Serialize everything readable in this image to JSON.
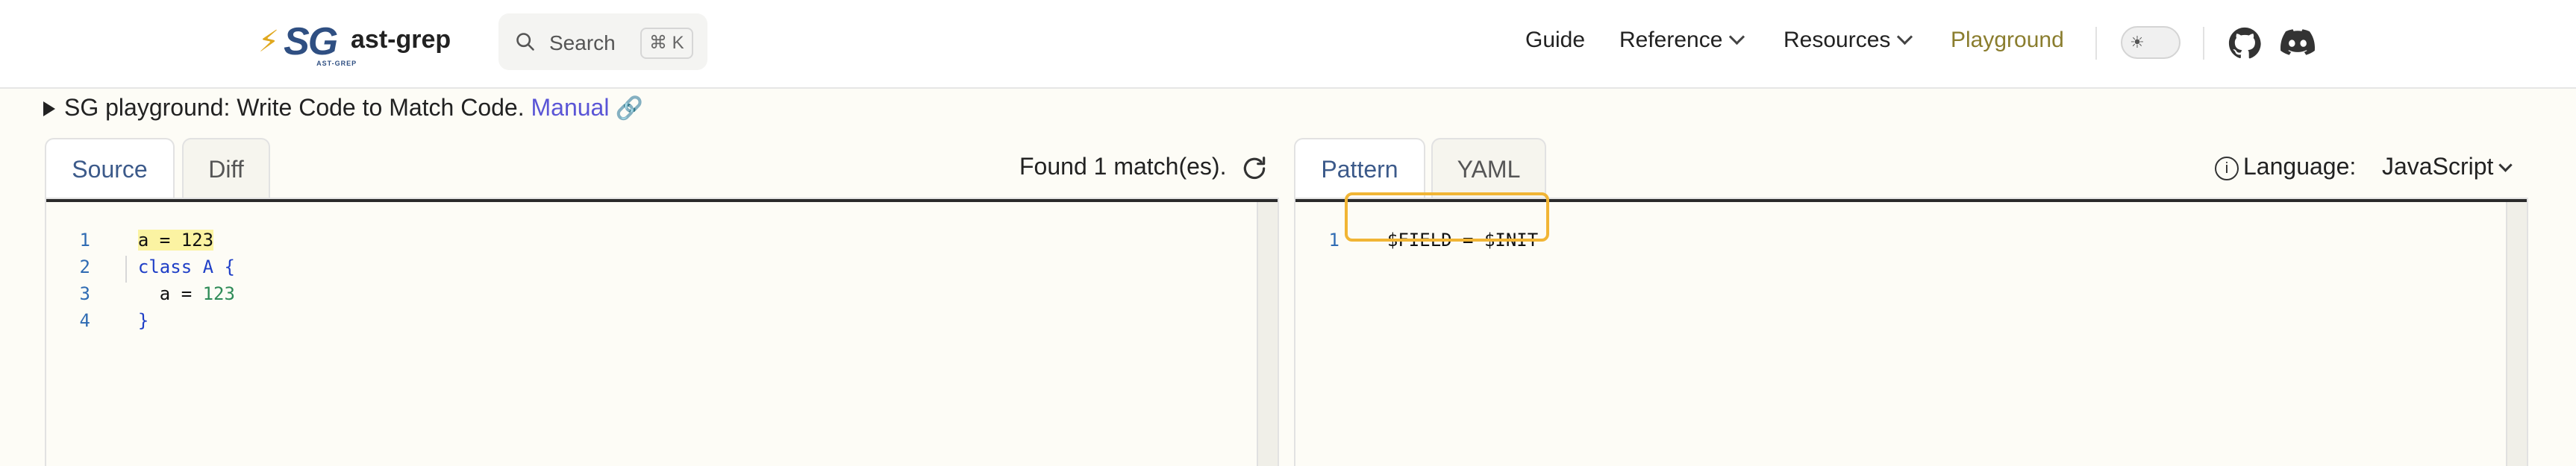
{
  "nav": {
    "logo_text": "SG",
    "logo_subtext": "AST-GREP",
    "site_title": "ast-grep",
    "search": {
      "label": "Search",
      "shortcut": "⌘ K"
    },
    "links": [
      {
        "label": "Guide",
        "has_dropdown": false
      },
      {
        "label": "Reference",
        "has_dropdown": true
      },
      {
        "label": "Resources",
        "has_dropdown": true
      },
      {
        "label": "Playground",
        "has_dropdown": false,
        "active": true
      }
    ],
    "icons": [
      "sun-icon",
      "github-icon",
      "discord-icon"
    ]
  },
  "intro": {
    "text": "SG playground: Write Code to Match Code.",
    "manual_label": "Manual",
    "link_icon": "🔗"
  },
  "left_panel": {
    "tabs": [
      "Source",
      "Diff"
    ],
    "active_tab": "Source",
    "status": "Found 1 match(es).",
    "lines": [
      {
        "n": "1",
        "tokens": [
          {
            "t": "a = 123",
            "k": "hl"
          }
        ]
      },
      {
        "n": "2",
        "tokens": [
          {
            "t": "class",
            "k": "kw"
          },
          {
            "t": " A {",
            "k": "kw"
          }
        ]
      },
      {
        "n": "3",
        "tokens": [
          {
            "t": "  a = ",
            "k": "txt"
          },
          {
            "t": "123",
            "k": "num"
          }
        ]
      },
      {
        "n": "4",
        "tokens": [
          {
            "t": "}",
            "k": "brace"
          }
        ]
      }
    ]
  },
  "right_panel": {
    "tabs": [
      "Pattern",
      "YAML"
    ],
    "active_tab": "Pattern",
    "language_label": "Language:",
    "language_value": "JavaScript",
    "lines": [
      {
        "n": "1",
        "tokens": [
          {
            "t": "$FIELD = $INIT",
            "k": "txt"
          }
        ]
      }
    ]
  },
  "colors": {
    "accent_active_link": "#8a7d2e",
    "manual_link": "#5a55d6",
    "match_highlight": "#fbf3a2",
    "match_box": "#f1b535"
  }
}
